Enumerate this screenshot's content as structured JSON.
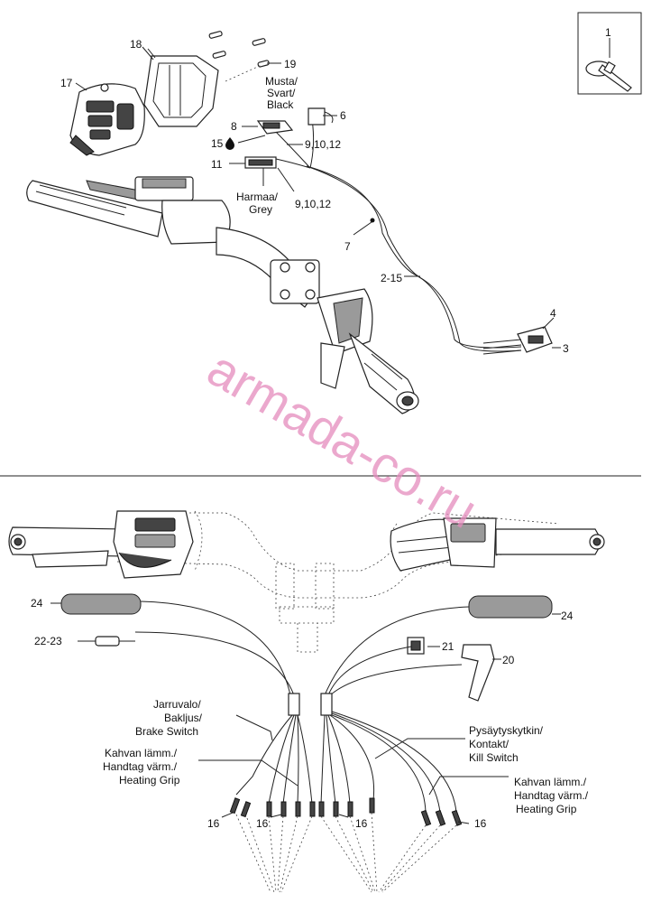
{
  "watermark": "armada-co.ru",
  "callouts": {
    "c1": "1",
    "c3": "3",
    "c4": "4",
    "c6": "6",
    "c7": "7",
    "c8": "8",
    "c9a": "9,10,12",
    "c9b": "9,10,12",
    "c11": "11",
    "c15": "15",
    "c17": "17",
    "c18": "18",
    "c19": "19",
    "c2_15": "2-15",
    "c16a": "16",
    "c16b": "16",
    "c16c": "16",
    "c16d": "16",
    "c20": "20",
    "c21": "21",
    "c22_23": "22-23",
    "c24a": "24",
    "c24b": "24"
  },
  "labels": {
    "black": [
      "Musta/",
      "Svart/",
      "Black"
    ],
    "grey": [
      "Harmaa/",
      "Grey"
    ],
    "brake": [
      "Jarruvalo/",
      "Bakljus/",
      "Brake Switch"
    ],
    "heat_left": [
      "Kahvan lämm./",
      "Handtag värm./",
      "Heating Grip"
    ],
    "kill": [
      "Pysäytyskytkin/",
      "Kontakt/",
      "Kill Switch"
    ],
    "heat_right": [
      "Kahvan lämm./",
      "Handtag värm./",
      "Heating Grip"
    ]
  },
  "icons": {
    "drop": "oil-drop-icon"
  }
}
